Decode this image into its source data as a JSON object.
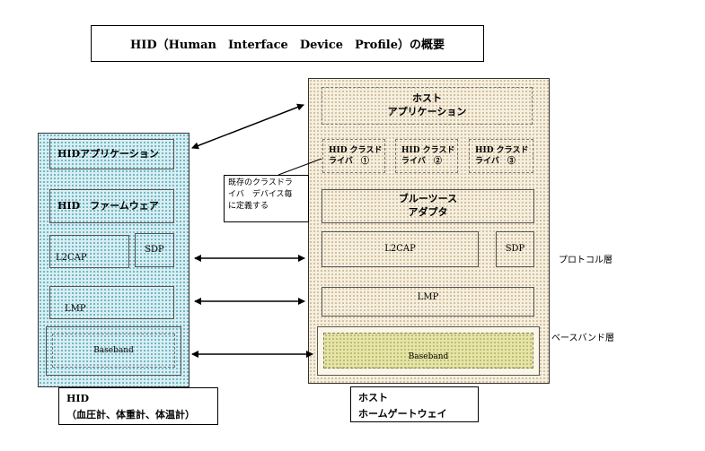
{
  "title": "HID（Human　Interface　Device　Profile）の概要",
  "hid_device": {
    "application": "HIDアプリケーション",
    "firmware": "HID　ファームウェア",
    "l2cap": "L2CAP",
    "sdp": "SDP",
    "lmp": "LMP",
    "baseband": "Baseband",
    "label_line1": "HID",
    "label_line2": "（血圧計、体重計、体温計）"
  },
  "host": {
    "application_line1": "ホスト",
    "application_line2": "アプリケーション",
    "class_drivers": [
      {
        "line1": "HID クラスド",
        "line2": "ライバ　①"
      },
      {
        "line1": "HID クラスド",
        "line2": "ライバ　②"
      },
      {
        "line1": "HID クラスド",
        "line2": "ライバ　③"
      }
    ],
    "adapter_line1": "ブルーツース",
    "adapter_line2": "アダプタ",
    "l2cap": "L2CAP",
    "sdp": "SDP",
    "lmp": "LMP",
    "baseband": "Baseband",
    "label_line1": "ホスト",
    "label_line2": "ホームゲートウェイ"
  },
  "callout": {
    "line1": "既存のクラスドラ",
    "line2": "イバ　デバイス毎",
    "line3": "に定義する"
  },
  "side_labels": {
    "protocol": "プロトコル層",
    "baseband": "ベースバンド層"
  }
}
